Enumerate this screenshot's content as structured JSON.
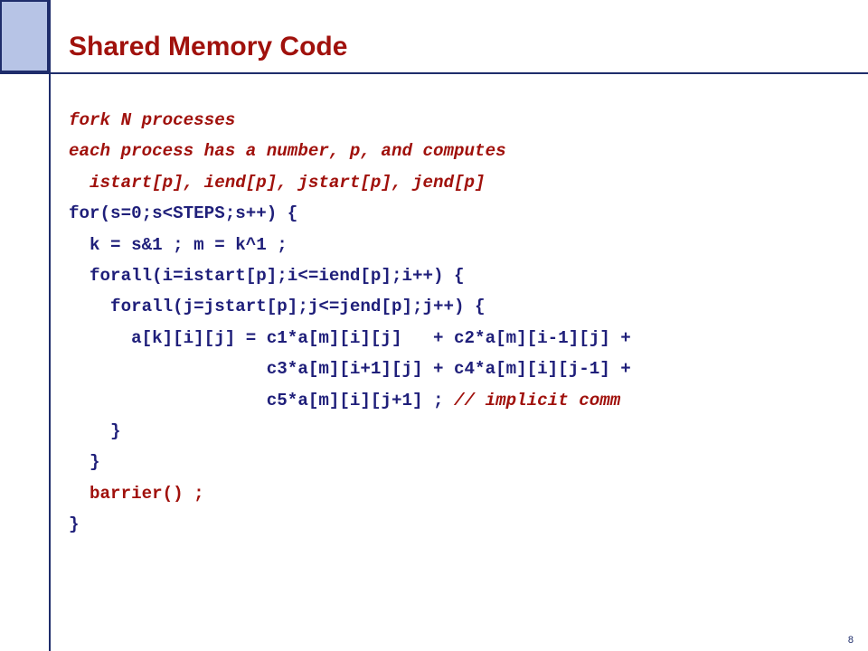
{
  "slide": {
    "title": "Shared Memory Code",
    "page_number": "8",
    "colors": {
      "title": "#a0110c",
      "code_dark": "#1f1f7a",
      "code_red": "#a0110c",
      "frame": "#1f2d6b",
      "corner_fill": "#b7c4e6"
    }
  },
  "code": {
    "lines": [
      [
        {
          "text": "fork N processes",
          "color": "red",
          "italic": true
        }
      ],
      [
        {
          "text": "each process has a number, p, and computes",
          "color": "red",
          "italic": true
        }
      ],
      [
        {
          "text": "  istart[p], iend[p], jstart[p], jend[p]",
          "color": "red",
          "italic": true
        }
      ],
      [
        {
          "text": "for(s=0;s<STEPS;s++) {",
          "color": "dark",
          "italic": false
        }
      ],
      [
        {
          "text": "  k = s&1 ; m = k^1 ;",
          "color": "dark",
          "italic": false
        }
      ],
      [
        {
          "text": "  forall(i=istart[p];i<=iend[p];i++) {",
          "color": "dark",
          "italic": false
        }
      ],
      [
        {
          "text": "    forall(j=jstart[p];j<=jend[p];j++) {",
          "color": "dark",
          "italic": false
        }
      ],
      [
        {
          "text": "      a[k][i][j] = c1*a[m][i][j]   + c2*a[m][i-1][j] +",
          "color": "dark",
          "italic": false
        }
      ],
      [
        {
          "text": "                   c3*a[m][i+1][j] + c4*a[m][i][j-1] +",
          "color": "dark",
          "italic": false
        }
      ],
      [
        {
          "text": "                   c5*a[m][i][j+1] ; ",
          "color": "dark",
          "italic": false
        },
        {
          "text": "// implicit comm",
          "color": "red",
          "italic": true
        }
      ],
      [
        {
          "text": "    }",
          "color": "dark",
          "italic": false
        }
      ],
      [
        {
          "text": "  }",
          "color": "dark",
          "italic": false
        }
      ],
      [
        {
          "text": "  barrier() ;",
          "color": "red",
          "italic": false
        }
      ],
      [
        {
          "text": "}",
          "color": "dark",
          "italic": false
        }
      ]
    ]
  }
}
